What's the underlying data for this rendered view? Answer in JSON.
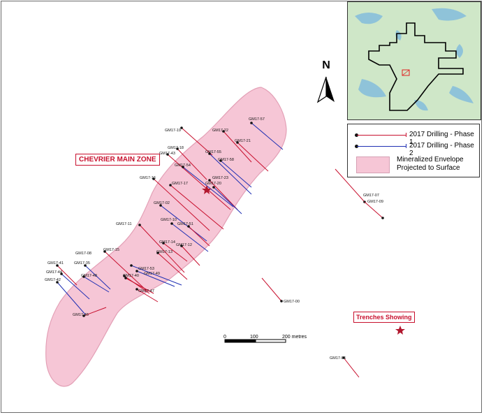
{
  "title_zone": "CHEVRIER MAIN ZONE",
  "trenches_label": "Trenches Showing",
  "north_label": "N",
  "legend": {
    "phase1": "2017 Drilling - Phase 1",
    "phase2": "2017 Drilling - Phase 2",
    "envelope_line1": "Mineralized Envelope",
    "envelope_line2": "Projected to Surface"
  },
  "scale": {
    "zero": "0",
    "mid": "100",
    "end": "200 metres"
  },
  "colors": {
    "envelope_fill": "#f6c6d6",
    "envelope_stroke": "#e3a0b6",
    "phase1": "#c8102e",
    "phase2": "#1f2fb3",
    "water": "#8fc3d9",
    "forest": "#cfe7c8"
  },
  "icons": {
    "north": "north-arrow-icon",
    "showing": "red-star-icon"
  },
  "drill_labels": [
    "GM17-57",
    "GM17-19",
    "GM17-22",
    "GM17-21",
    "GM17-18",
    "GM17-43",
    "GM17-55",
    "GM17-58",
    "GM17-54",
    "GM17-16",
    "GM17-17",
    "GM17-20",
    "GM17-23",
    "GM17-02",
    "GM17-11",
    "GM17-10",
    "GM17-51",
    "GM17-14",
    "GM17-12",
    "GM17-13",
    "GM17-08",
    "GM17-15",
    "GM17-41",
    "GM17-35",
    "GM17-44",
    "GM17-48",
    "GM17-53",
    "GM17-40",
    "GM17-42",
    "GM17-47",
    "GM17-49",
    "GM17-45",
    "GM17-00",
    "GM17-07",
    "GM17-09",
    "GM17-06"
  ]
}
